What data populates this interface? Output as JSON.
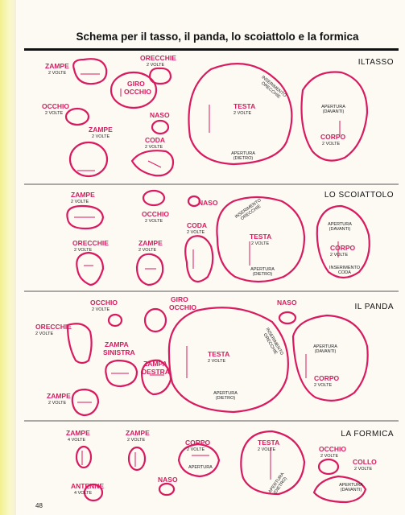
{
  "title": "Schema per il tasso, il panda, lo scoiattolo e la formica",
  "page_number": "48",
  "sections": {
    "tasso": {
      "heading": "ILTASSO",
      "zampe": "ZAMPE",
      "zampe_sub": "2 VOLTE",
      "orecchie": "ORECCHIE",
      "orecchie_sub": "2 VOLTE",
      "giro_occhio_1": "GIRO",
      "giro_occhio_2": "OCCHIO",
      "occhio": "OCCHIO",
      "occhio_sub": "2 VOLTE",
      "naso": "NASO",
      "zampe2": "ZAMPE",
      "zampe2_sub": "2 VOLTE",
      "coda": "CODA",
      "coda_sub": "2 VOLTE",
      "testa": "TESTA",
      "testa_sub": "2 VOLTE",
      "inserimento": "INSERIMENTO ORECCHIE",
      "apertura_dietro": "APERTURA (DIETRO)",
      "apertura_davanti": "APERTURA (DAVANTI)",
      "corpo": "CORPO",
      "corpo_sub": "2 VOLTE"
    },
    "scoiattolo": {
      "heading": "LO SCOIATTOLO",
      "zampe": "ZAMPE",
      "zampe_sub": "2 VOLTE",
      "naso": "NASO",
      "occhio": "OCCHIO",
      "occhio_sub": "2 VOLTE",
      "coda": "CODA",
      "coda_sub": "2 VOLTE",
      "orecchie": "ORECCHIE",
      "orecchie_sub": "2 VOLTE",
      "zampe2": "ZAMPE",
      "zampe2_sub": "2 VOLTE",
      "testa": "TESTA",
      "testa_sub": "2 VOLTE",
      "inserimento": "INSERIMENTO ORECCHIE",
      "apertura_dietro": "APERTURA (DIETRO)",
      "apertura_davanti": "APERTURA (DAVANTI)",
      "corpo": "CORPO",
      "corpo_sub": "2 VOLTE",
      "inserimento_coda": "INSERIMENTO CODA"
    },
    "panda": {
      "heading": "IL PANDA",
      "occhio": "OCCHIO",
      "occhio_sub": "2 VOLTE",
      "giro_occhio_1": "GIRO",
      "giro_occhio_2": "OCCHIO",
      "naso": "NASO",
      "orecchie": "ORECCHIE",
      "orecchie_sub": "2 VOLTE",
      "zampa_sinistra_1": "ZAMPA",
      "zampa_sinistra_2": "SINISTRA",
      "zampa_destra_1": "ZAMPA",
      "zampa_destra_2": "DESTRA",
      "zampe": "ZAMPE",
      "zampe_sub": "2 VOLTE",
      "testa": "TESTA",
      "testa_sub": "2 VOLTE",
      "inserimento": "INSERIMENTO ORECCHIE",
      "apertura_dietro": "APERTURA (DIETRO)",
      "apertura_davanti": "APERTURA (DAVANTI)",
      "corpo": "CORPO",
      "corpo_sub": "2 VOLTE"
    },
    "formica": {
      "heading": "LA FORMICA",
      "zampe": "ZAMPE",
      "zampe_sub": "4 VOLTE",
      "zampe2": "ZAMPE",
      "zampe2_sub": "2 VOLTE",
      "corpo": "CORPO",
      "corpo_sub": "2 VOLTE",
      "apertura_corpo": "APERTURA",
      "testa": "TESTA",
      "testa_sub": "2 VOLTE",
      "apertura_testa": "APERTURA (DIETRO)",
      "occhio": "OCCHIO",
      "occhio_sub": "2 VOLTE",
      "collo": "COLLO",
      "collo_sub": "2 VOLTE",
      "apertura_collo": "APERTURA (DAVANTI)",
      "antenne": "ANTENNE",
      "antenne_sub": "4 VOLTE",
      "naso": "NASO"
    }
  },
  "colors": {
    "outline": "#d81b60",
    "text": "#d81b60",
    "background": "#fdfaf4",
    "binding": "#f2ef8f"
  }
}
